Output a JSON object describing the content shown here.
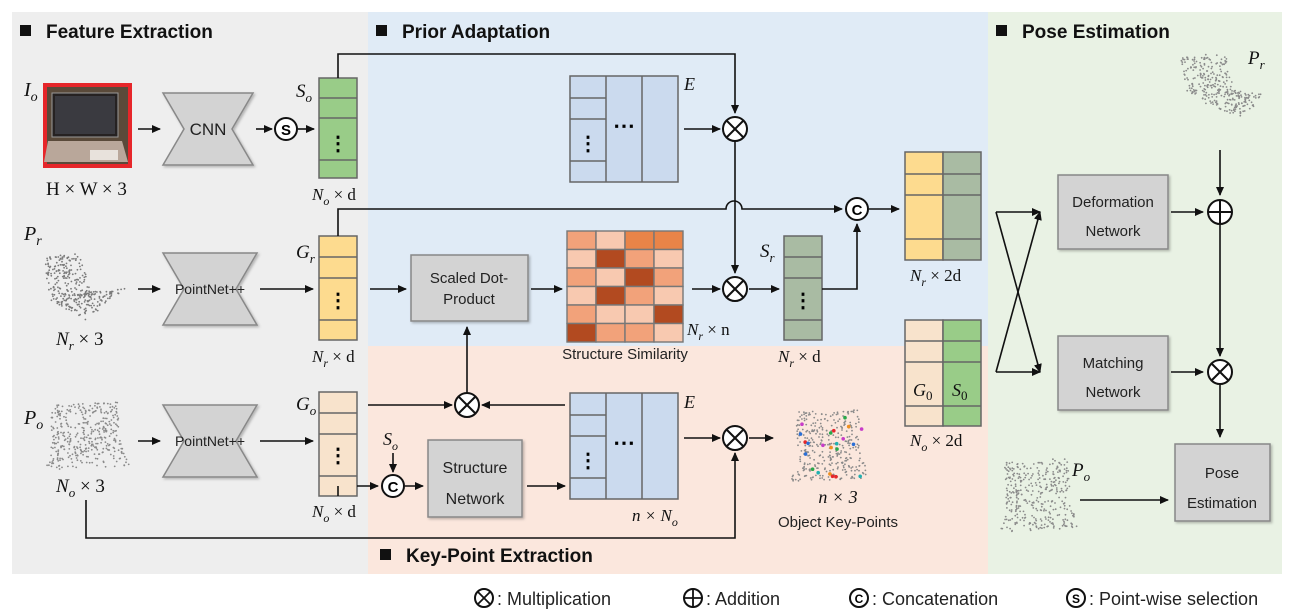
{
  "colors": {
    "feature_bg": "#eeeeee",
    "prior_bg": "#e0ebf6",
    "keypoint_bg": "#fbe7dd",
    "pose_bg": "#e9f2e4",
    "green_feat": "#99cc88",
    "yellow_feat": "#fddb8f",
    "beige_feat": "#f8e3cc",
    "gray_feat": "#a9bba3",
    "blue_mat": "#cbdaee",
    "highlight_red": "#e6262a"
  },
  "sections": {
    "feature": "Feature Extraction",
    "prior": "Prior Adaptation",
    "pose": "Pose Estimation",
    "keypoint": "Key-Point Extraction"
  },
  "inputs": {
    "image_label": "I",
    "image_sub": "o",
    "image_dims": "H × W × 3",
    "prior_label": "P",
    "prior_sub": "r",
    "prior_dims": "N",
    "prior_dims_sub": "r",
    "prior_dims_tail": " × 3",
    "obs_label": "P",
    "obs_sub": "o",
    "obs_dims": "N",
    "obs_dims_sub": "o",
    "obs_dims_tail": " × 3"
  },
  "blocks": {
    "cnn": "CNN",
    "pointnet_top": "PointNet++",
    "pointnet_bottom": "PointNet++",
    "scaled_dot_line1": "Scaled Dot-",
    "scaled_dot_line2": "Product",
    "structure_line1": "Structure",
    "structure_line2": "Network",
    "deformation_line1": "Deformation",
    "deformation_line2": "Network",
    "matching_line1": "Matching",
    "matching_line2": "Network",
    "pose_line1": "Pose",
    "pose_line2": "Estimation"
  },
  "features": {
    "So_label": "S",
    "So_sub": "o",
    "So_dims": "N",
    "So_dims_sub": "o",
    "So_dims_tail": " × d",
    "Gr_label": "G",
    "Gr_sub": "r",
    "Gr_dims": "N",
    "Gr_dims_sub": "r",
    "Gr_dims_tail": " × d",
    "Go_label": "G",
    "Go_sub": "o",
    "Go_dims": "N",
    "Go_dims_sub": "o",
    "Go_dims_tail": " × d",
    "Sr_label": "S",
    "Sr_sub": "r",
    "Sr_dims": "N",
    "Sr_dims_sub": "r",
    "Sr_dims_tail": " × d",
    "So_side_label": "S",
    "So_side_sub": "o",
    "vdots": "⋮",
    "hdots": "⋯"
  },
  "matrices": {
    "E_top": "E",
    "E_bottom": "E",
    "E_bottom_dims": "n × N",
    "E_bottom_dims_sub": "o",
    "similarity_caption": "Structure Similarity",
    "similarity_dims": "N",
    "similarity_dims_sub": "r",
    "similarity_dims_tail": " × n",
    "concat_r_dims": "N",
    "concat_r_dims_sub": "r",
    "concat_r_dims_tail": " × 2d",
    "concat_o_dims": "N",
    "concat_o_dims_sub": "o",
    "concat_o_dims_tail": " × 2d",
    "G0": "G",
    "G0_sub": "0",
    "S0": "S",
    "S0_sub": "0"
  },
  "keypoints": {
    "dims": "n × 3",
    "caption": "Object Key-Points"
  },
  "pose_inputs": {
    "Pr": "P",
    "Pr_sub": "r",
    "Po": "P",
    "Po_sub": "o"
  },
  "operators": {
    "mult": "⊗",
    "add": "⊕",
    "concat": "C",
    "select": "S"
  },
  "legend": {
    "mult": ": Multiplication",
    "add": ": Addition",
    "concat": ": Concatenation",
    "select": ": Point-wise selection"
  },
  "similarity_cells": [
    [
      1,
      0,
      2,
      2
    ],
    [
      0,
      3,
      1,
      0
    ],
    [
      1,
      0,
      3,
      1
    ],
    [
      0,
      3,
      1,
      0
    ],
    [
      1,
      0,
      0,
      3
    ],
    [
      3,
      1,
      1,
      0
    ]
  ]
}
